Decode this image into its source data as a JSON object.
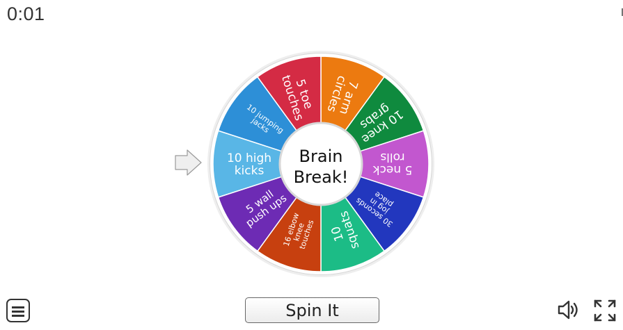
{
  "timer": "0:01",
  "wheel": {
    "center_text": [
      "Brain",
      "Break!"
    ],
    "segments": [
      {
        "lines": [
          "7 arm",
          "circles"
        ],
        "color": "#ec7a10"
      },
      {
        "lines": [
          "10 knee",
          "grabs"
        ],
        "color": "#0f8a3e"
      },
      {
        "lines": [
          "5 neck",
          "rolls"
        ],
        "color": "#c257cf"
      },
      {
        "lines": [
          "30 seconds",
          "jog in",
          "place"
        ],
        "color": "#2237be"
      },
      {
        "lines": [
          "10",
          "squats"
        ],
        "color": "#1cbc86"
      },
      {
        "lines": [
          "16 elbow",
          "knee",
          "touches"
        ],
        "color": "#c7400f"
      },
      {
        "lines": [
          "5 wall",
          "push ups"
        ],
        "color": "#6d2bb4"
      },
      {
        "lines": [
          "10 high",
          "kicks"
        ],
        "color": "#59b6e6"
      },
      {
        "lines": [
          "10 jumping",
          "jacks"
        ],
        "color": "#2d8fd7"
      },
      {
        "lines": [
          "5 toe",
          "touches"
        ],
        "color": "#d42b44"
      }
    ]
  },
  "controls": {
    "spin_label": "Spin It",
    "menu_icon": "hamburger-menu-icon",
    "sound_icon": "speaker-sound-icon",
    "fullscreen_icon": "fullscreen-expand-icon",
    "pointer_icon": "arrow-pointer-icon"
  }
}
